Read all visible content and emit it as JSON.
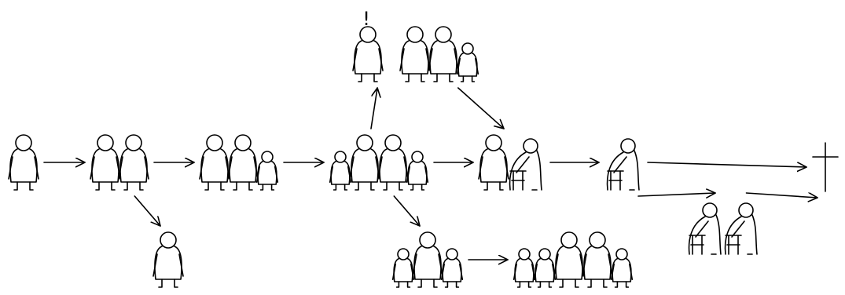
{
  "diagram": {
    "type": "life-stage-flow",
    "ink_color": "#000000",
    "background": "#ffffff",
    "nodes": [
      {
        "id": "single",
        "figures": [
          "adult"
        ]
      },
      {
        "id": "couple",
        "figures": [
          "adult",
          "adult"
        ]
      },
      {
        "id": "single-split",
        "figures": [
          "adult"
        ]
      },
      {
        "id": "young-family",
        "figures": [
          "adult",
          "adult",
          "child"
        ]
      },
      {
        "id": "family",
        "figures": [
          "child",
          "adult",
          "adult",
          "child"
        ]
      },
      {
        "id": "family-alert",
        "figures": [
          "adult"
        ],
        "mark": "!"
      },
      {
        "id": "family-others",
        "figures": [
          "adult",
          "adult",
          "child"
        ]
      },
      {
        "id": "single-parent",
        "figures": [
          "child",
          "adult",
          "child"
        ]
      },
      {
        "id": "blended-family",
        "figures": [
          "child",
          "child",
          "adult",
          "adult",
          "child"
        ]
      },
      {
        "id": "elderly-couple",
        "figures": [
          "adult",
          "elder-walker"
        ]
      },
      {
        "id": "elderly-single",
        "figures": [
          "elder-walker"
        ]
      },
      {
        "id": "elderly-pair",
        "figures": [
          "elder-walker",
          "elder-walker"
        ]
      },
      {
        "id": "death",
        "symbol": "cross-icon"
      }
    ],
    "edges": [
      [
        "single",
        "couple"
      ],
      [
        "couple",
        "young-family"
      ],
      [
        "couple",
        "single-split"
      ],
      [
        "young-family",
        "family"
      ],
      [
        "family",
        "family-alert"
      ],
      [
        "family-others",
        "elderly-couple"
      ],
      [
        "family",
        "elderly-couple"
      ],
      [
        "family",
        "single-parent"
      ],
      [
        "single-parent",
        "blended-family"
      ],
      [
        "elderly-couple",
        "elderly-single"
      ],
      [
        "elderly-single",
        "death"
      ],
      [
        "elderly-single",
        "elderly-pair"
      ],
      [
        "elderly-pair",
        "death"
      ]
    ]
  }
}
